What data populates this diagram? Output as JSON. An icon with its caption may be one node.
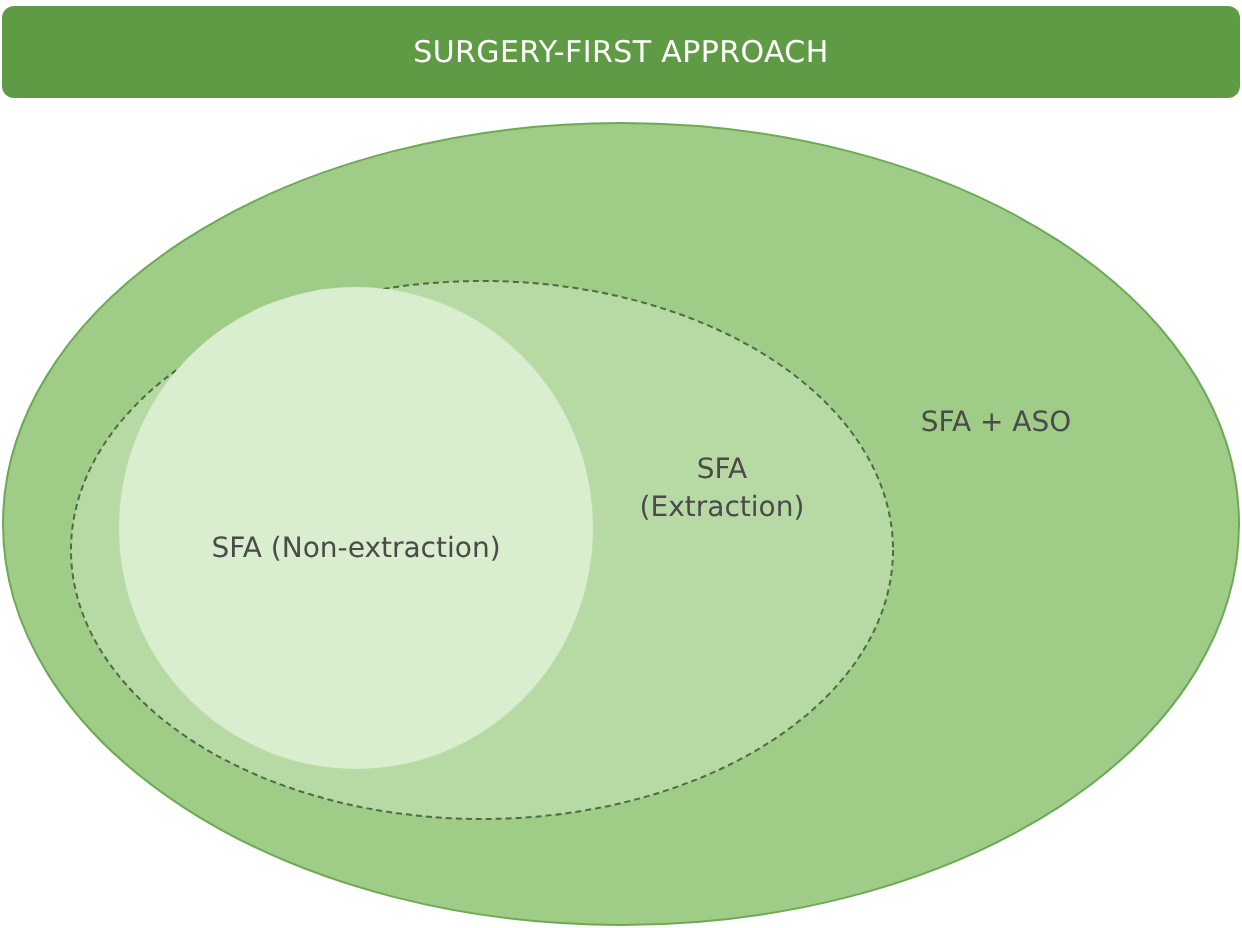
{
  "diagram": {
    "nodes": [
      {
        "text": [
          "SURGERY-FIRST APPROACH"
        ]
      },
      {
        "text": [
          "SFA + ASO"
        ]
      },
      {
        "text": [
          "SFA (Extraction)"
        ],
        "in": 1
      },
      {
        "text": [
          "SFA (Non-extraction)"
        ],
        "in": 2
      }
    ]
  }
}
